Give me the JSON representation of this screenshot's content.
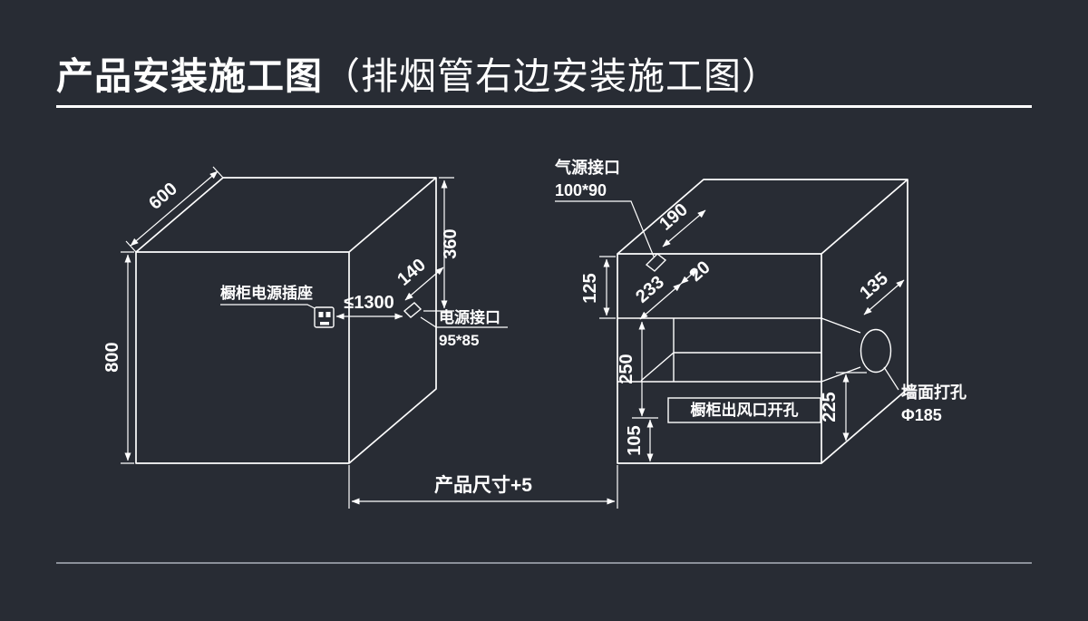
{
  "title": {
    "main": "产品安装施工图",
    "sub": "（排烟管右边安装施工图）"
  },
  "colors": {
    "background": "#282c34",
    "line": "#ffffff",
    "divider": "#8b9099"
  },
  "left_box": {
    "depth": "600",
    "height": "800",
    "top_to_port": "360",
    "port_offset": "140",
    "socket_label": "橱柜电源插座",
    "socket_distance": "≤1300",
    "power_port_title": "电源接口",
    "power_port_size": "95*85"
  },
  "middle": {
    "product_gap": "产品尺寸+5"
  },
  "right_box": {
    "gas_port_title": "气源接口",
    "gas_port_size": "100*90",
    "gas_port_offset": "190",
    "top_to_duct": "125",
    "duct_depth": "233",
    "duct_gap": "20",
    "duct_height": "250",
    "duct_bottom": "105",
    "hole_offset": "135",
    "hole_to_bottom": "225",
    "outlet_label": "橱柜出风口开孔",
    "wall_hole_title": "墙面打孔",
    "wall_hole_size": "Φ185"
  }
}
